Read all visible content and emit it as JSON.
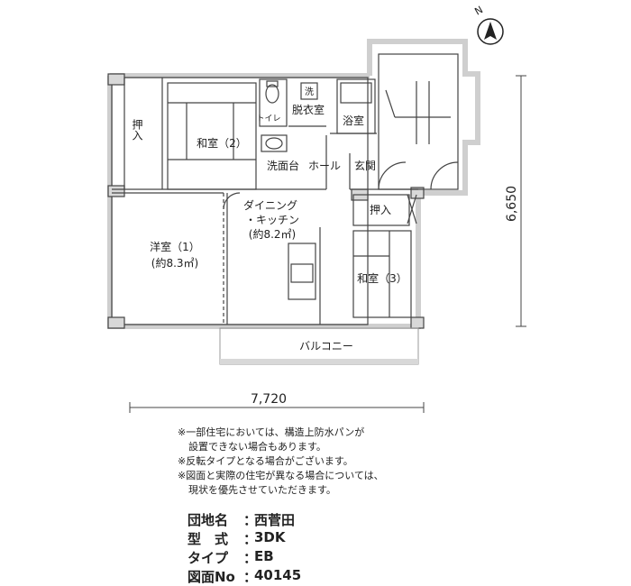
{
  "compass": {
    "north": "N"
  },
  "rooms": {
    "oshiire_left": "押入",
    "washitsu2": "和室（2）",
    "toilet": "トイレ",
    "sentaku": "洗",
    "datsuishitsu": "脱衣室",
    "yokushitsu": "浴室",
    "senmendai": "洗面台",
    "hall": "ホール",
    "genkan": "玄関",
    "oshiire_right": "押入",
    "dining_1": "ダイニング",
    "dining_2": "・キッチン",
    "dining_area": "(約8.2㎡)",
    "youshitsu1": "洋室（1）",
    "youshitsu1_area": "(約8.3㎡)",
    "washitsu3": "和室（3）",
    "balcony": "バルコニー"
  },
  "dimensions": {
    "width": "7,720",
    "depth": "6,650"
  },
  "notes": [
    "※一部住宅においては、構造上防水パンが",
    "設置できない場合もあります。",
    "※反転タイプとなる場合がございます。",
    "※図面と実際の住宅が異なる場合については、",
    "現状を優先させていただきます。"
  ],
  "info": {
    "danchi_label": "団地名",
    "danchi_value": "西菅田",
    "kata_label": "型　式",
    "kata_value": "3DK",
    "type_label": "タイプ",
    "type_value": "EB",
    "zumen_label": "図面No",
    "zumen_value": "40145",
    "colon": "："
  }
}
